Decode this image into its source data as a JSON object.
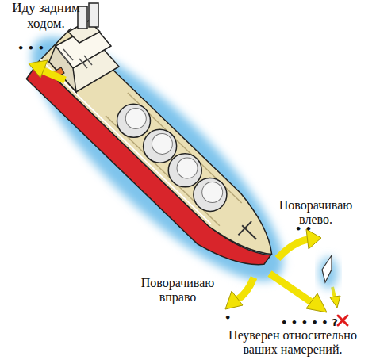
{
  "diagram": {
    "labels": [
      "Иду задним ходом.",
      "• • •",
      "Поворачиваю влево.",
      "• •",
      "Поворачиваю вправо",
      "•",
      "• • • • • ?",
      "Неуверен относительно ваших намерений."
    ]
  }
}
